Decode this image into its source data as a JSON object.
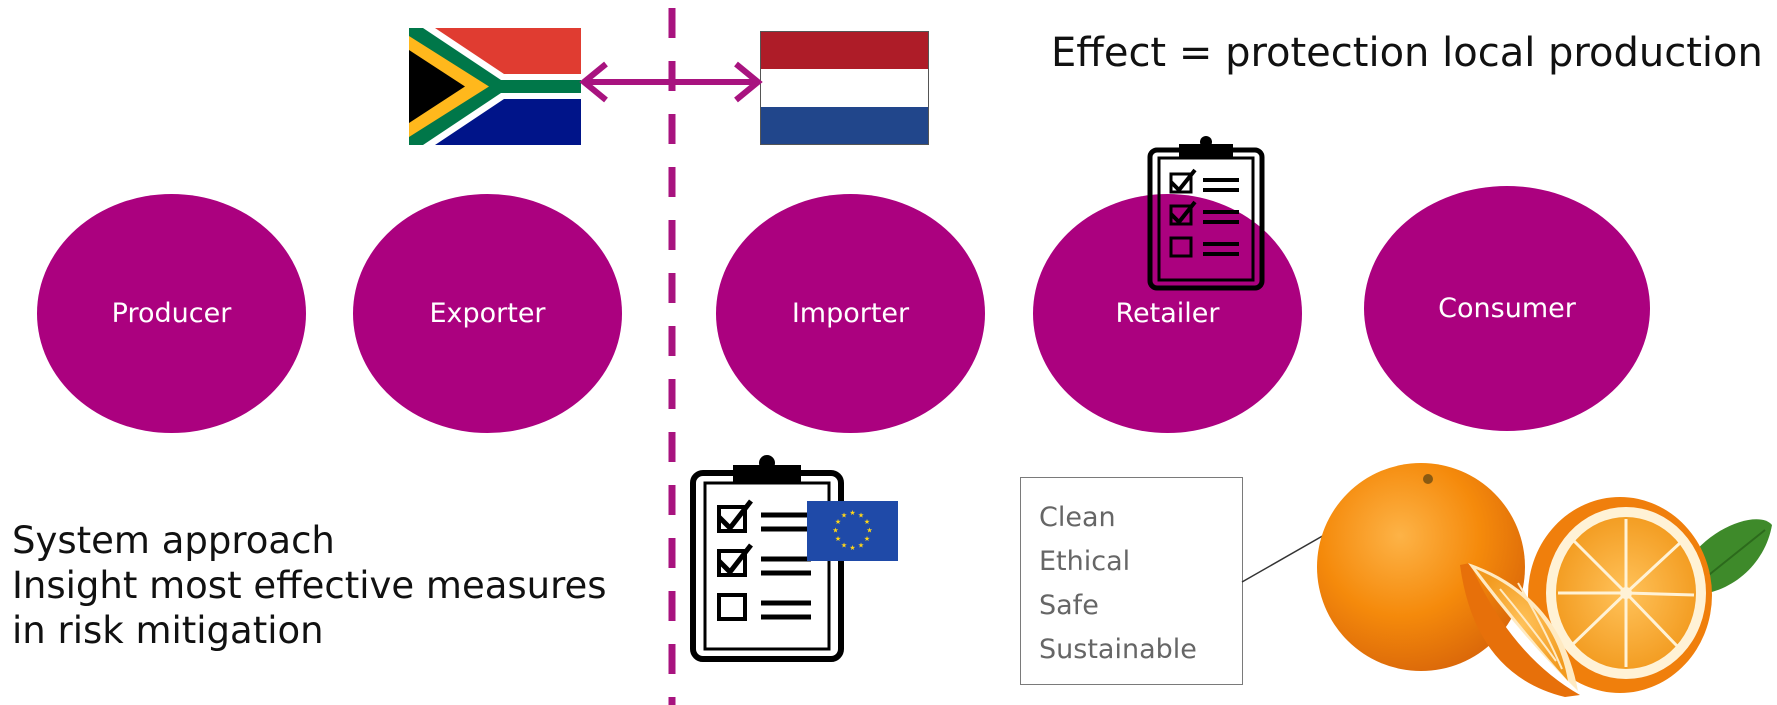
{
  "colors": {
    "accent": "#AB017F",
    "divider": "#A8137F",
    "text": "#111111",
    "muted": "#666666"
  },
  "effect_text": "Effect = protection local production",
  "chain": {
    "nodes": [
      {
        "label": "Producer"
      },
      {
        "label": "Exporter"
      },
      {
        "label": "Importer"
      },
      {
        "label": "Retailer"
      },
      {
        "label": "Consumer"
      }
    ]
  },
  "notes": [
    "System approach",
    "Insight most effective measures",
    "in risk mitigation"
  ],
  "qualities": [
    "Clean",
    "Ethical",
    "Safe",
    "Sustainable"
  ],
  "icons": {
    "flag_left": "south-africa-flag-icon",
    "flag_right": "netherlands-flag-icon",
    "arrow": "double-arrow-icon",
    "checklist": "clipboard-checklist-icon",
    "eu_flag": "eu-flag-icon",
    "oranges": "oranges-image"
  }
}
